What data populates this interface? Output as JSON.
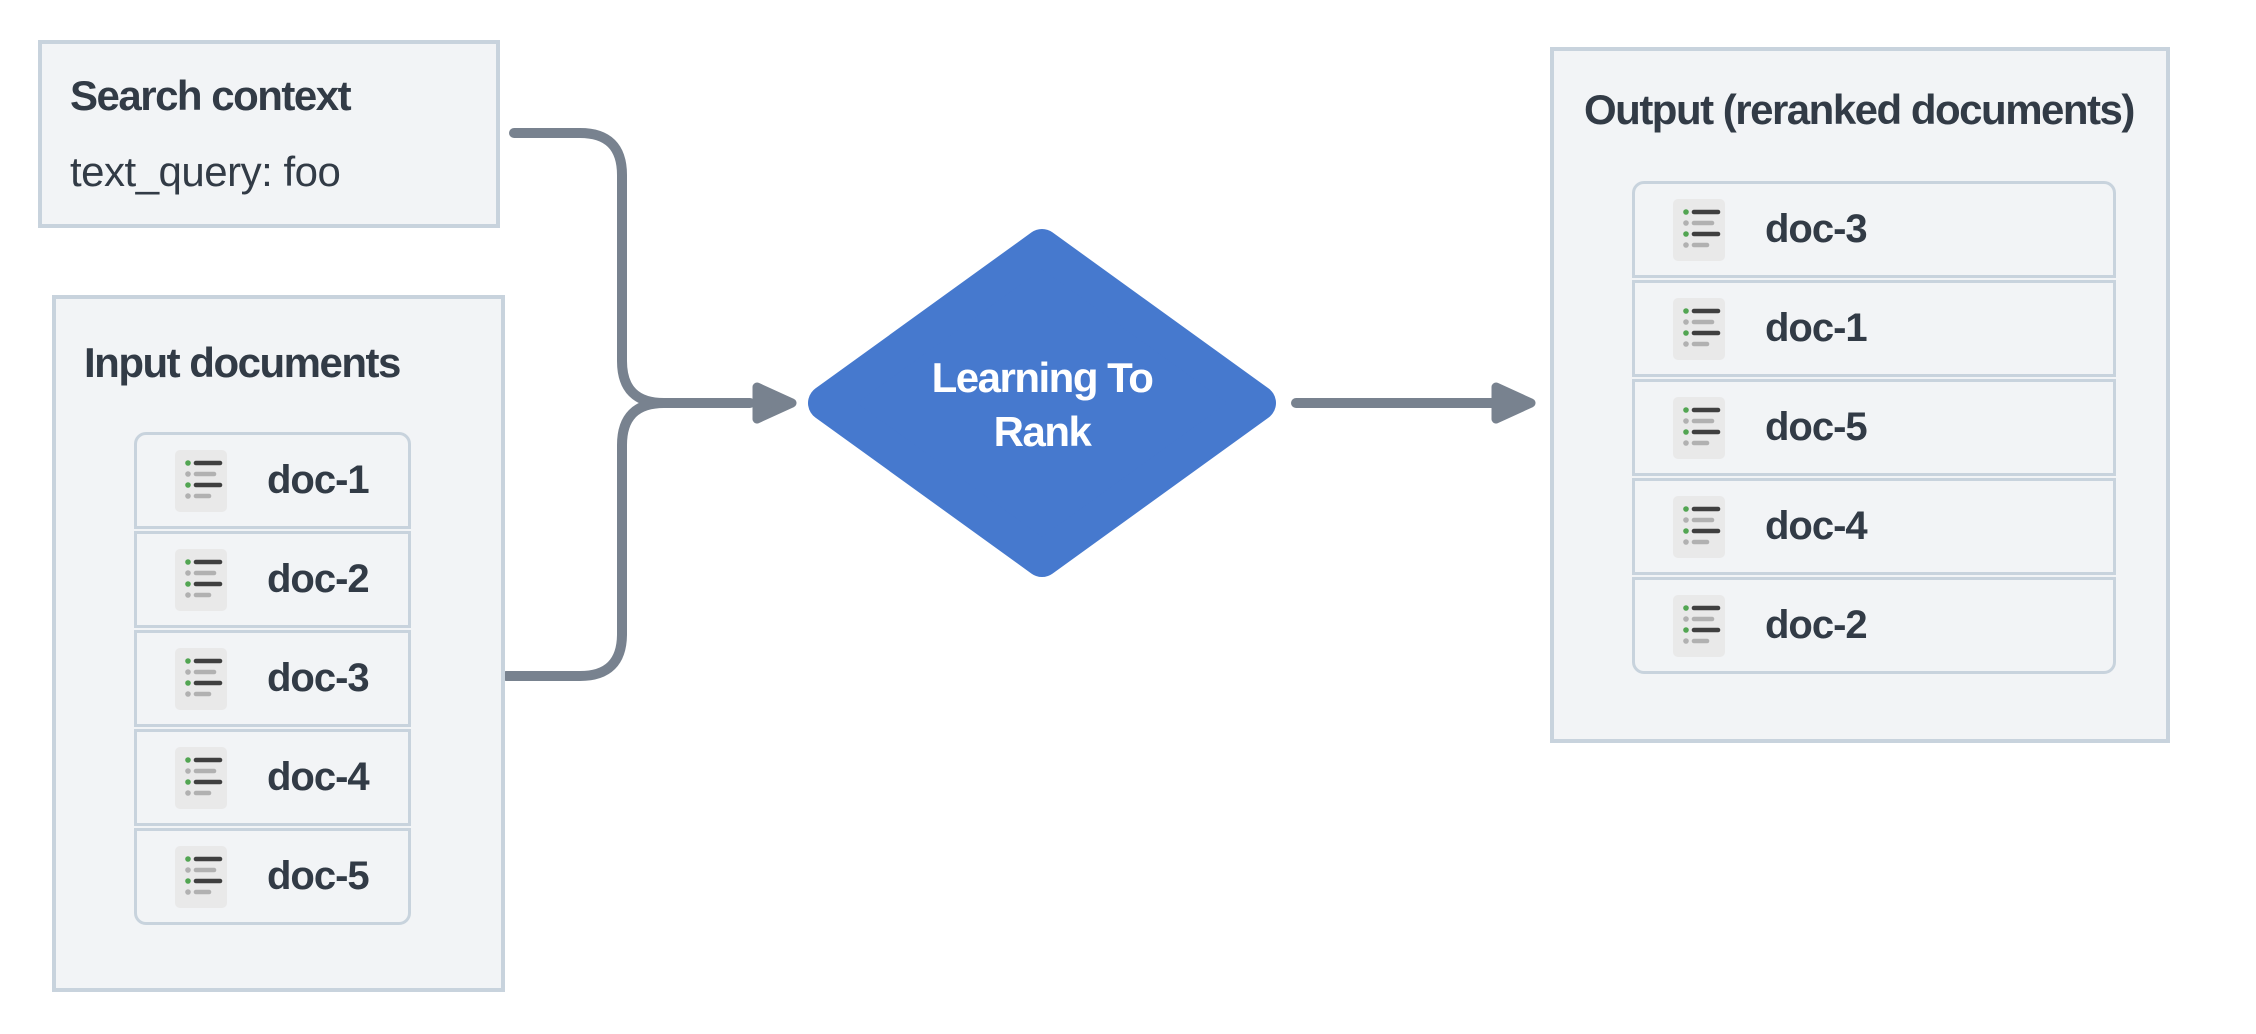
{
  "colors": {
    "accent_blue": "#4679CE",
    "arrow_gray": "#78828F",
    "panel_fill": "#F2F4F6",
    "panel_border": "#C8D3DD",
    "text_dark": "#323B46",
    "icon_bullet_green": "#52A552",
    "icon_bullet_gray": "#B1B1B1"
  },
  "search_context": {
    "title": "Search context",
    "query_line": "text_query: foo"
  },
  "input_documents": {
    "title": "Input documents",
    "docs": [
      {
        "label": "doc-1"
      },
      {
        "label": "doc-2"
      },
      {
        "label": "doc-3"
      },
      {
        "label": "doc-4"
      },
      {
        "label": "doc-5"
      }
    ]
  },
  "ltr_node": {
    "line1": "Learning To",
    "line2": "Rank"
  },
  "output_documents": {
    "title": "Output (reranked documents)",
    "docs": [
      {
        "label": "doc-3"
      },
      {
        "label": "doc-1"
      },
      {
        "label": "doc-5"
      },
      {
        "label": "doc-4"
      },
      {
        "label": "doc-2"
      }
    ]
  }
}
